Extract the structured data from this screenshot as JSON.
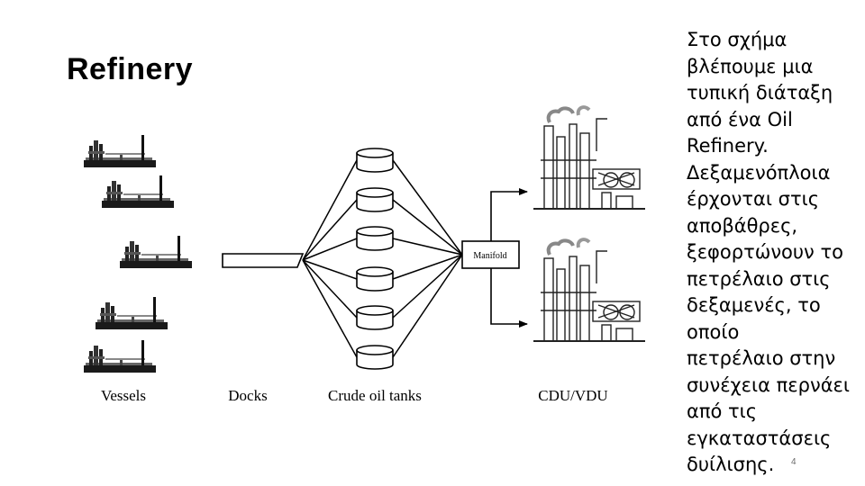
{
  "slide": {
    "title": "Refinery",
    "description_lines": [
      "Στο σχήμα",
      "βλέπουμε μια",
      "τυπική διάταξη",
      "από ένα Oil",
      "Refinery.",
      "Δεξαμενόπλοια",
      "έρχονται στις",
      "αποβάθρες,",
      "ξεφορτώνουν το",
      "πετρέλαιο στις",
      "δεξαμενές, το",
      "οποίο",
      "πετρέλαιο στην",
      "συνέχεια περνάει",
      "από τις",
      "εγκαταστάσεις",
      "δυίλισης."
    ],
    "page_number": "4"
  },
  "diagram": {
    "labels": {
      "vessels": "Vessels",
      "docks": "Docks",
      "crude_oil_tanks": "Crude oil tanks",
      "cdu_vdu": "CDU/VDU",
      "manifold": "Manifold"
    },
    "vessel_count": 5,
    "tank_count": 6,
    "cdu_unit_count": 2
  }
}
